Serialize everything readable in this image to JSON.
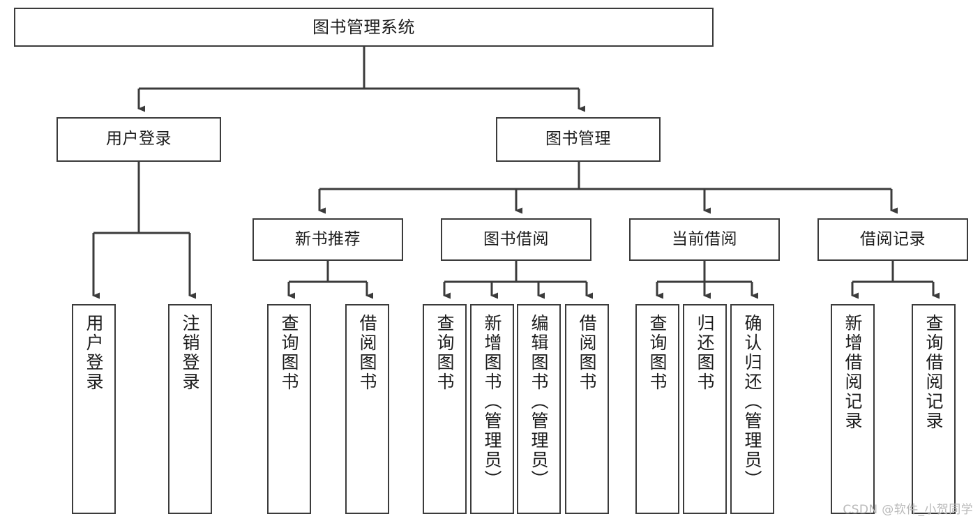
{
  "diagram": {
    "title": "图书管理系统",
    "type": "tree-hierarchy-diagram",
    "colors": {
      "box_border": "#3b3b3b",
      "box_fill": "#ffffff",
      "edge": "#3b3b3b",
      "text": "#1c1c1c",
      "watermark": "#b9b9b9",
      "background": "#ffffff"
    },
    "levels": {
      "level1": [
        "图书管理系统"
      ],
      "level2": [
        "用户登录",
        "图书管理"
      ],
      "level3": [
        "新书推荐",
        "图书借阅",
        "当前借阅",
        "借阅记录"
      ],
      "level4": [
        "用户登录",
        "注销登录",
        "查询图书",
        "借阅图书",
        "查询图书",
        "新增图书（管理员）",
        "编辑图书（管理员）",
        "借阅图书",
        "查询图书",
        "归还图书",
        "确认归还（管理员）",
        "新增借阅记录",
        "查询借阅记录"
      ]
    },
    "nodes": {
      "root": {
        "label": "图书管理系统"
      },
      "user_login": {
        "label": "用户登录"
      },
      "book_mgmt": {
        "label": "图书管理"
      },
      "new_book_rec": {
        "label": "新书推荐"
      },
      "book_borrow": {
        "label": "图书借阅"
      },
      "current_borrow": {
        "label": "当前借阅"
      },
      "borrow_record": {
        "label": "借阅记录"
      },
      "leaf_user_login": {
        "label": "用户登录"
      },
      "leaf_logout": {
        "label": "注销登录"
      },
      "leaf_query_book_1": {
        "label": "查询图书"
      },
      "leaf_borrow_book_1": {
        "label": "借阅图书"
      },
      "leaf_query_book_2": {
        "label": "查询图书"
      },
      "leaf_add_book": {
        "label": "新增图书（管理员）"
      },
      "leaf_edit_book": {
        "label": "编辑图书（管理员）"
      },
      "leaf_borrow_book_2": {
        "label": "借阅图书"
      },
      "leaf_query_book_3": {
        "label": "查询图书"
      },
      "leaf_return_book": {
        "label": "归还图书"
      },
      "leaf_confirm_return": {
        "label": "确认归还（管理员）"
      },
      "leaf_add_record": {
        "label": "新增借阅记录"
      },
      "leaf_query_record": {
        "label": "查询借阅记录"
      }
    },
    "edges": [
      {
        "from": "root",
        "to": "user_login"
      },
      {
        "from": "root",
        "to": "book_mgmt"
      },
      {
        "from": "user_login",
        "to": "leaf_user_login"
      },
      {
        "from": "user_login",
        "to": "leaf_logout"
      },
      {
        "from": "book_mgmt",
        "to": "new_book_rec"
      },
      {
        "from": "book_mgmt",
        "to": "book_borrow"
      },
      {
        "from": "book_mgmt",
        "to": "current_borrow"
      },
      {
        "from": "book_mgmt",
        "to": "borrow_record"
      },
      {
        "from": "new_book_rec",
        "to": "leaf_query_book_1"
      },
      {
        "from": "new_book_rec",
        "to": "leaf_borrow_book_1"
      },
      {
        "from": "book_borrow",
        "to": "leaf_query_book_2"
      },
      {
        "from": "book_borrow",
        "to": "leaf_add_book"
      },
      {
        "from": "book_borrow",
        "to": "leaf_edit_book"
      },
      {
        "from": "book_borrow",
        "to": "leaf_borrow_book_2"
      },
      {
        "from": "current_borrow",
        "to": "leaf_query_book_3"
      },
      {
        "from": "current_borrow",
        "to": "leaf_return_book"
      },
      {
        "from": "current_borrow",
        "to": "leaf_confirm_return"
      },
      {
        "from": "borrow_record",
        "to": "leaf_add_record"
      },
      {
        "from": "borrow_record",
        "to": "leaf_query_record"
      }
    ]
  },
  "watermark": {
    "text": "CSDN @软件_小贺同学"
  }
}
